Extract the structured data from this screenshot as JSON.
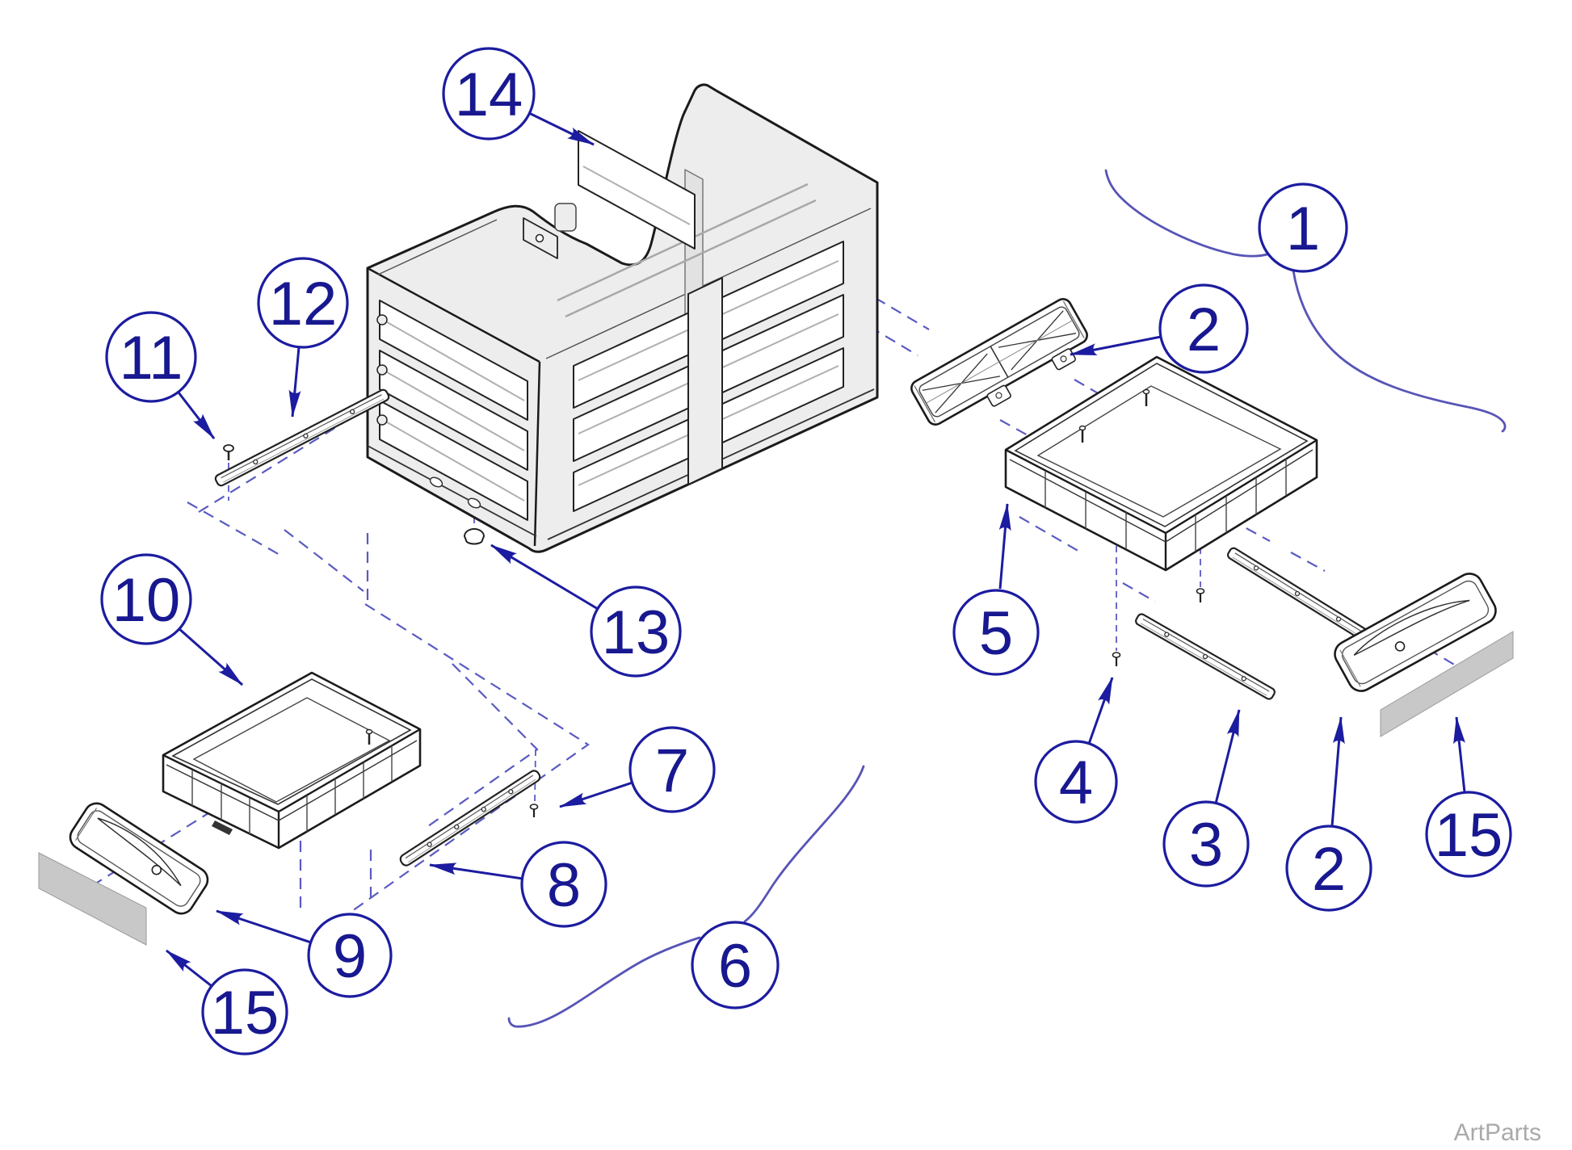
{
  "page": {
    "watermark": "ArtParts"
  },
  "diagram": {
    "type": "exploded-parts-diagram",
    "subject": "Cabinet chassis with drawer trays, slide rails, retainer, drawer fronts and trim labels",
    "callout_style": "numbered balloon callouts with leader arrows",
    "colors": {
      "callout_blue": "#1c1ca0",
      "digit_blue": "#181890",
      "dashed_axis_blue": "#5a5ac2",
      "squiggle_blue": "#5754b6",
      "linework_dark": "#1b1b1b",
      "part_fill_gray": "#ededed",
      "label_gray": "#c8c8c8",
      "watermark_gray": "#a9a9a9"
    },
    "balloons": [
      {
        "label": "1"
      },
      {
        "label": "2"
      },
      {
        "label": "2"
      },
      {
        "label": "3"
      },
      {
        "label": "4"
      },
      {
        "label": "5"
      },
      {
        "label": "6"
      },
      {
        "label": "7"
      },
      {
        "label": "8"
      },
      {
        "label": "9"
      },
      {
        "label": "10"
      },
      {
        "label": "11"
      },
      {
        "label": "12"
      },
      {
        "label": "13"
      },
      {
        "label": "14"
      },
      {
        "label": "15"
      },
      {
        "label": "15"
      }
    ]
  }
}
